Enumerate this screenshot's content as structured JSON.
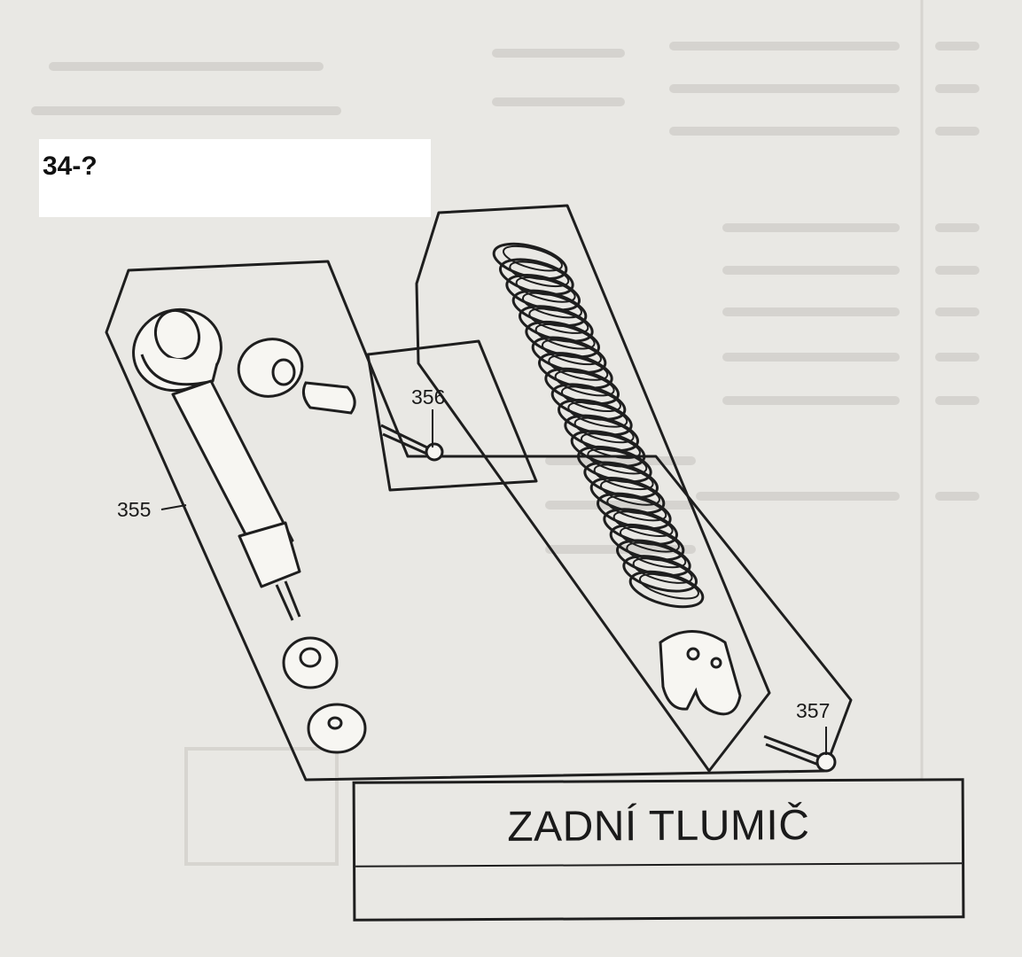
{
  "page_code": "34-?",
  "title": "ZADNÍ TLUMIČ",
  "callouts": {
    "shock_absorber": "355",
    "upper_bolt": "356",
    "lower_bolt": "357"
  },
  "colors": {
    "paper": "#e9e8e4",
    "ink": "#1e1e1e"
  }
}
